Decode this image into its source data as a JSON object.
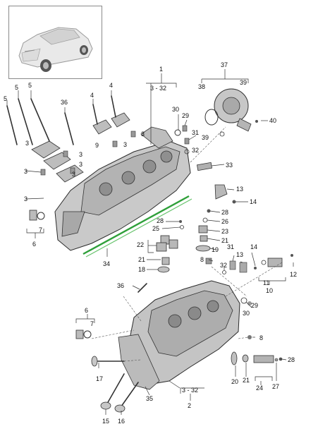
{
  "diagram": {
    "callouts": [
      {
        "id": "c1",
        "text": "1"
      },
      {
        "id": "c1r",
        "text": "3 - 32"
      },
      {
        "id": "c2",
        "text": "2"
      },
      {
        "id": "c2r",
        "text": "3 - 32"
      },
      {
        "id": "c37",
        "text": "37"
      },
      {
        "id": "c38",
        "text": "38"
      },
      {
        "id": "c39a",
        "text": "39"
      },
      {
        "id": "c39b",
        "text": "39"
      },
      {
        "id": "c40",
        "text": "40"
      },
      {
        "id": "c5a",
        "text": "5"
      },
      {
        "id": "c5b",
        "text": "5"
      },
      {
        "id": "c5c",
        "text": "5"
      },
      {
        "id": "c36a",
        "text": "36"
      },
      {
        "id": "c36b",
        "text": "36"
      },
      {
        "id": "c4a",
        "text": "4"
      },
      {
        "id": "c4b",
        "text": "4"
      },
      {
        "id": "c30a",
        "text": "30"
      },
      {
        "id": "c30b",
        "text": "30"
      },
      {
        "id": "c29a",
        "text": "29"
      },
      {
        "id": "c29b",
        "text": "29"
      },
      {
        "id": "c31a",
        "text": "31"
      },
      {
        "id": "c31b",
        "text": "31"
      },
      {
        "id": "c32a",
        "text": "32"
      },
      {
        "id": "c32b",
        "text": "32"
      },
      {
        "id": "c33",
        "text": "33"
      },
      {
        "id": "c13a",
        "text": "13"
      },
      {
        "id": "c13b",
        "text": "13"
      },
      {
        "id": "c14a",
        "text": "14"
      },
      {
        "id": "c14b",
        "text": "14"
      },
      {
        "id": "c9",
        "text": "9"
      },
      {
        "id": "c3a",
        "text": "3"
      },
      {
        "id": "c3b",
        "text": "3"
      },
      {
        "id": "c3c",
        "text": "3"
      },
      {
        "id": "c3d",
        "text": "3"
      },
      {
        "id": "c3e",
        "text": "3"
      },
      {
        "id": "c3f",
        "text": "3"
      },
      {
        "id": "c3g",
        "text": "3"
      },
      {
        "id": "c3h",
        "text": "3"
      },
      {
        "id": "c7a",
        "text": "7"
      },
      {
        "id": "c7b",
        "text": "7"
      },
      {
        "id": "c6a",
        "text": "6"
      },
      {
        "id": "c6b",
        "text": "6"
      },
      {
        "id": "c28a",
        "text": "28"
      },
      {
        "id": "c28b",
        "text": "28"
      },
      {
        "id": "c28c",
        "text": "28"
      },
      {
        "id": "c26",
        "text": "26"
      },
      {
        "id": "c25",
        "text": "25"
      },
      {
        "id": "c23",
        "text": "23"
      },
      {
        "id": "c22",
        "text": "22"
      },
      {
        "id": "c21a",
        "text": "21"
      },
      {
        "id": "c21b",
        "text": "21"
      },
      {
        "id": "c21c",
        "text": "21"
      },
      {
        "id": "c19",
        "text": "19"
      },
      {
        "id": "c18",
        "text": "18"
      },
      {
        "id": "c34",
        "text": "34"
      },
      {
        "id": "c8a",
        "text": "8"
      },
      {
        "id": "c8b",
        "text": "8"
      },
      {
        "id": "c12",
        "text": "12"
      },
      {
        "id": "c11",
        "text": "11"
      },
      {
        "id": "c10",
        "text": "10"
      },
      {
        "id": "c17",
        "text": "17"
      },
      {
        "id": "c15",
        "text": "15"
      },
      {
        "id": "c16",
        "text": "16"
      },
      {
        "id": "c35",
        "text": "35"
      },
      {
        "id": "c20",
        "text": "20"
      },
      {
        "id": "c24",
        "text": "24"
      },
      {
        "id": "c27",
        "text": "27"
      }
    ]
  }
}
